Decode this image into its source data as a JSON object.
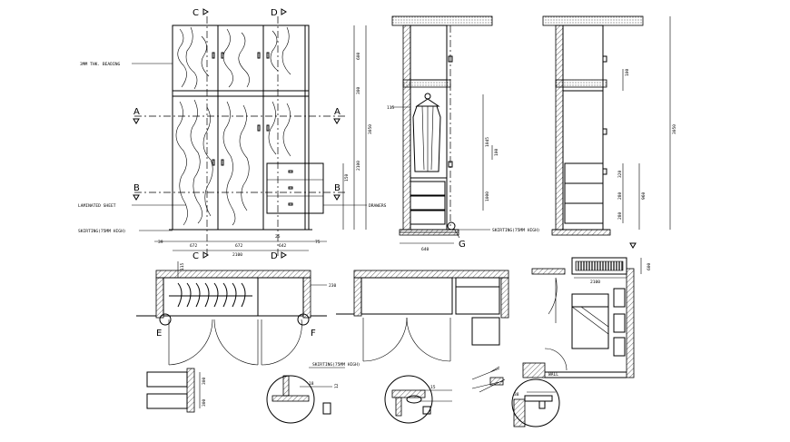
{
  "section_markers": {
    "c": "C",
    "d": "D",
    "a": "A",
    "b": "B",
    "e": "E",
    "f": "F",
    "g": "G"
  },
  "front_elevation": {
    "labels": {
      "shelving": "3MM THK. BEADING",
      "laminated": "LAMINATED SHEET",
      "skirting": "SKIRTING(75MM HIGH)",
      "drawers": "DRAWERS"
    },
    "dims": {
      "bottom_total": "2100",
      "bottom_left": "672",
      "bottom_mid": "672",
      "bottom_right": "642",
      "left_offset": "39",
      "right_offset": "75",
      "mid_gap": "25",
      "right_top": "600",
      "right_mid": "300",
      "right_total": "3050",
      "right_lower": "2100",
      "drawer_h": "150"
    }
  },
  "section_c": {
    "dims": {
      "top_small": "115",
      "hang": "1045",
      "rail": "100",
      "low": "1000",
      "width": "640"
    },
    "labels": {
      "skirting": "SKIRTING(75MM HIGH)"
    }
  },
  "section_d": {
    "dims": {
      "shelf": "100",
      "d1": "320",
      "d2": "280",
      "d3": "960",
      "d4": "280",
      "total": "3050"
    }
  },
  "plan_view": {
    "dims": {
      "depth": "230",
      "top": "115"
    }
  },
  "room_plan": {
    "dims": {
      "width": "2100",
      "depth": "600"
    },
    "labels": {
      "wall": "WALL"
    }
  },
  "details": {
    "labels": {
      "skirting": "SKIRTING(75MM HIGH)"
    },
    "dims": {
      "d1": "300",
      "d2": "300",
      "d3": "18",
      "d4": "15",
      "d5": "12",
      "d6": "38"
    }
  }
}
